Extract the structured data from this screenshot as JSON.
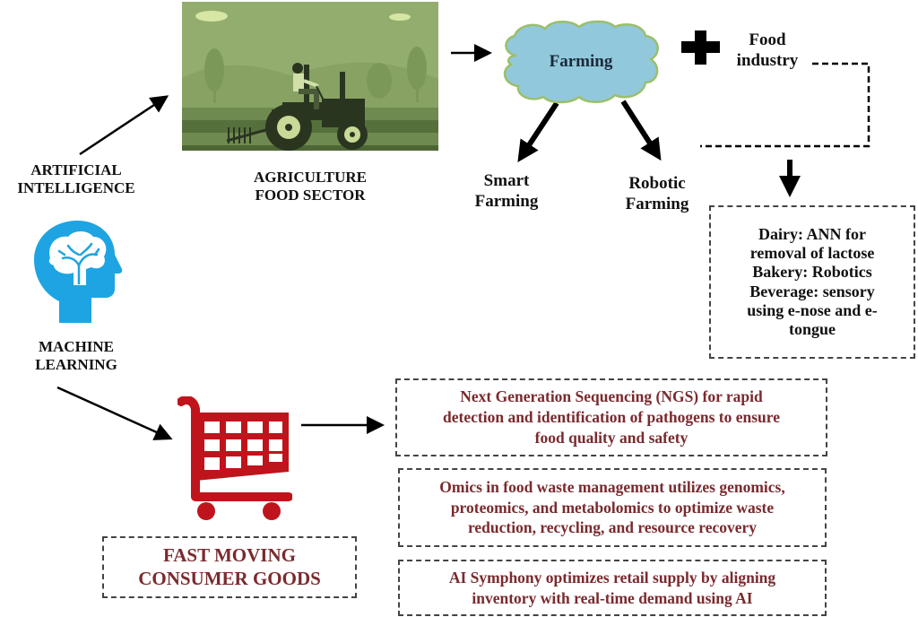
{
  "left": {
    "ai_label": [
      "ARTIFICIAL",
      "INTELLIGENCE"
    ],
    "ml_label": [
      "MACHINE",
      "LEARNING"
    ]
  },
  "agriculture": {
    "label": [
      "AGRICULTURE",
      "FOOD SECTOR"
    ],
    "image_icon": "tractor-farm-scene"
  },
  "farming": {
    "cloud_label": "Farming",
    "smart": [
      "Smart",
      "Farming"
    ],
    "robotic": [
      "Robotic",
      "Farming"
    ],
    "plus_icon": "plus-icon",
    "food_industry": [
      "Food",
      "industry"
    ]
  },
  "food_industry_box": {
    "lines": [
      "Dairy: ANN for",
      "removal of lactose",
      "Bakery: Robotics",
      "Beverage: sensory",
      "using e-nose and e-",
      "tongue"
    ]
  },
  "fmcg": {
    "label": [
      "FAST MOVING",
      "CONSUMER GOODS"
    ],
    "cart_icon": "shopping-cart-icon"
  },
  "applications": [
    {
      "lines": [
        "Next Generation Sequencing (NGS) for rapid",
        "detection and identification of pathogens to ensure",
        "food quality and safety"
      ]
    },
    {
      "lines": [
        "Omics in food waste management utilizes genomics,",
        "proteomics, and metabolomics to optimize waste",
        "reduction, recycling, and resource recovery"
      ]
    },
    {
      "lines": [
        "AI Symphony optimizes retail supply by aligning",
        "inventory with real-time demand using AI"
      ]
    }
  ],
  "colors": {
    "cloud_fill": "#92c8dc",
    "cloud_stroke": "#9bbf6a",
    "head_blue": "#1ea4e2",
    "cart_red": "#c0141c",
    "maroon_text": "#7a2a2e",
    "scene_green": "#93ad6e"
  }
}
